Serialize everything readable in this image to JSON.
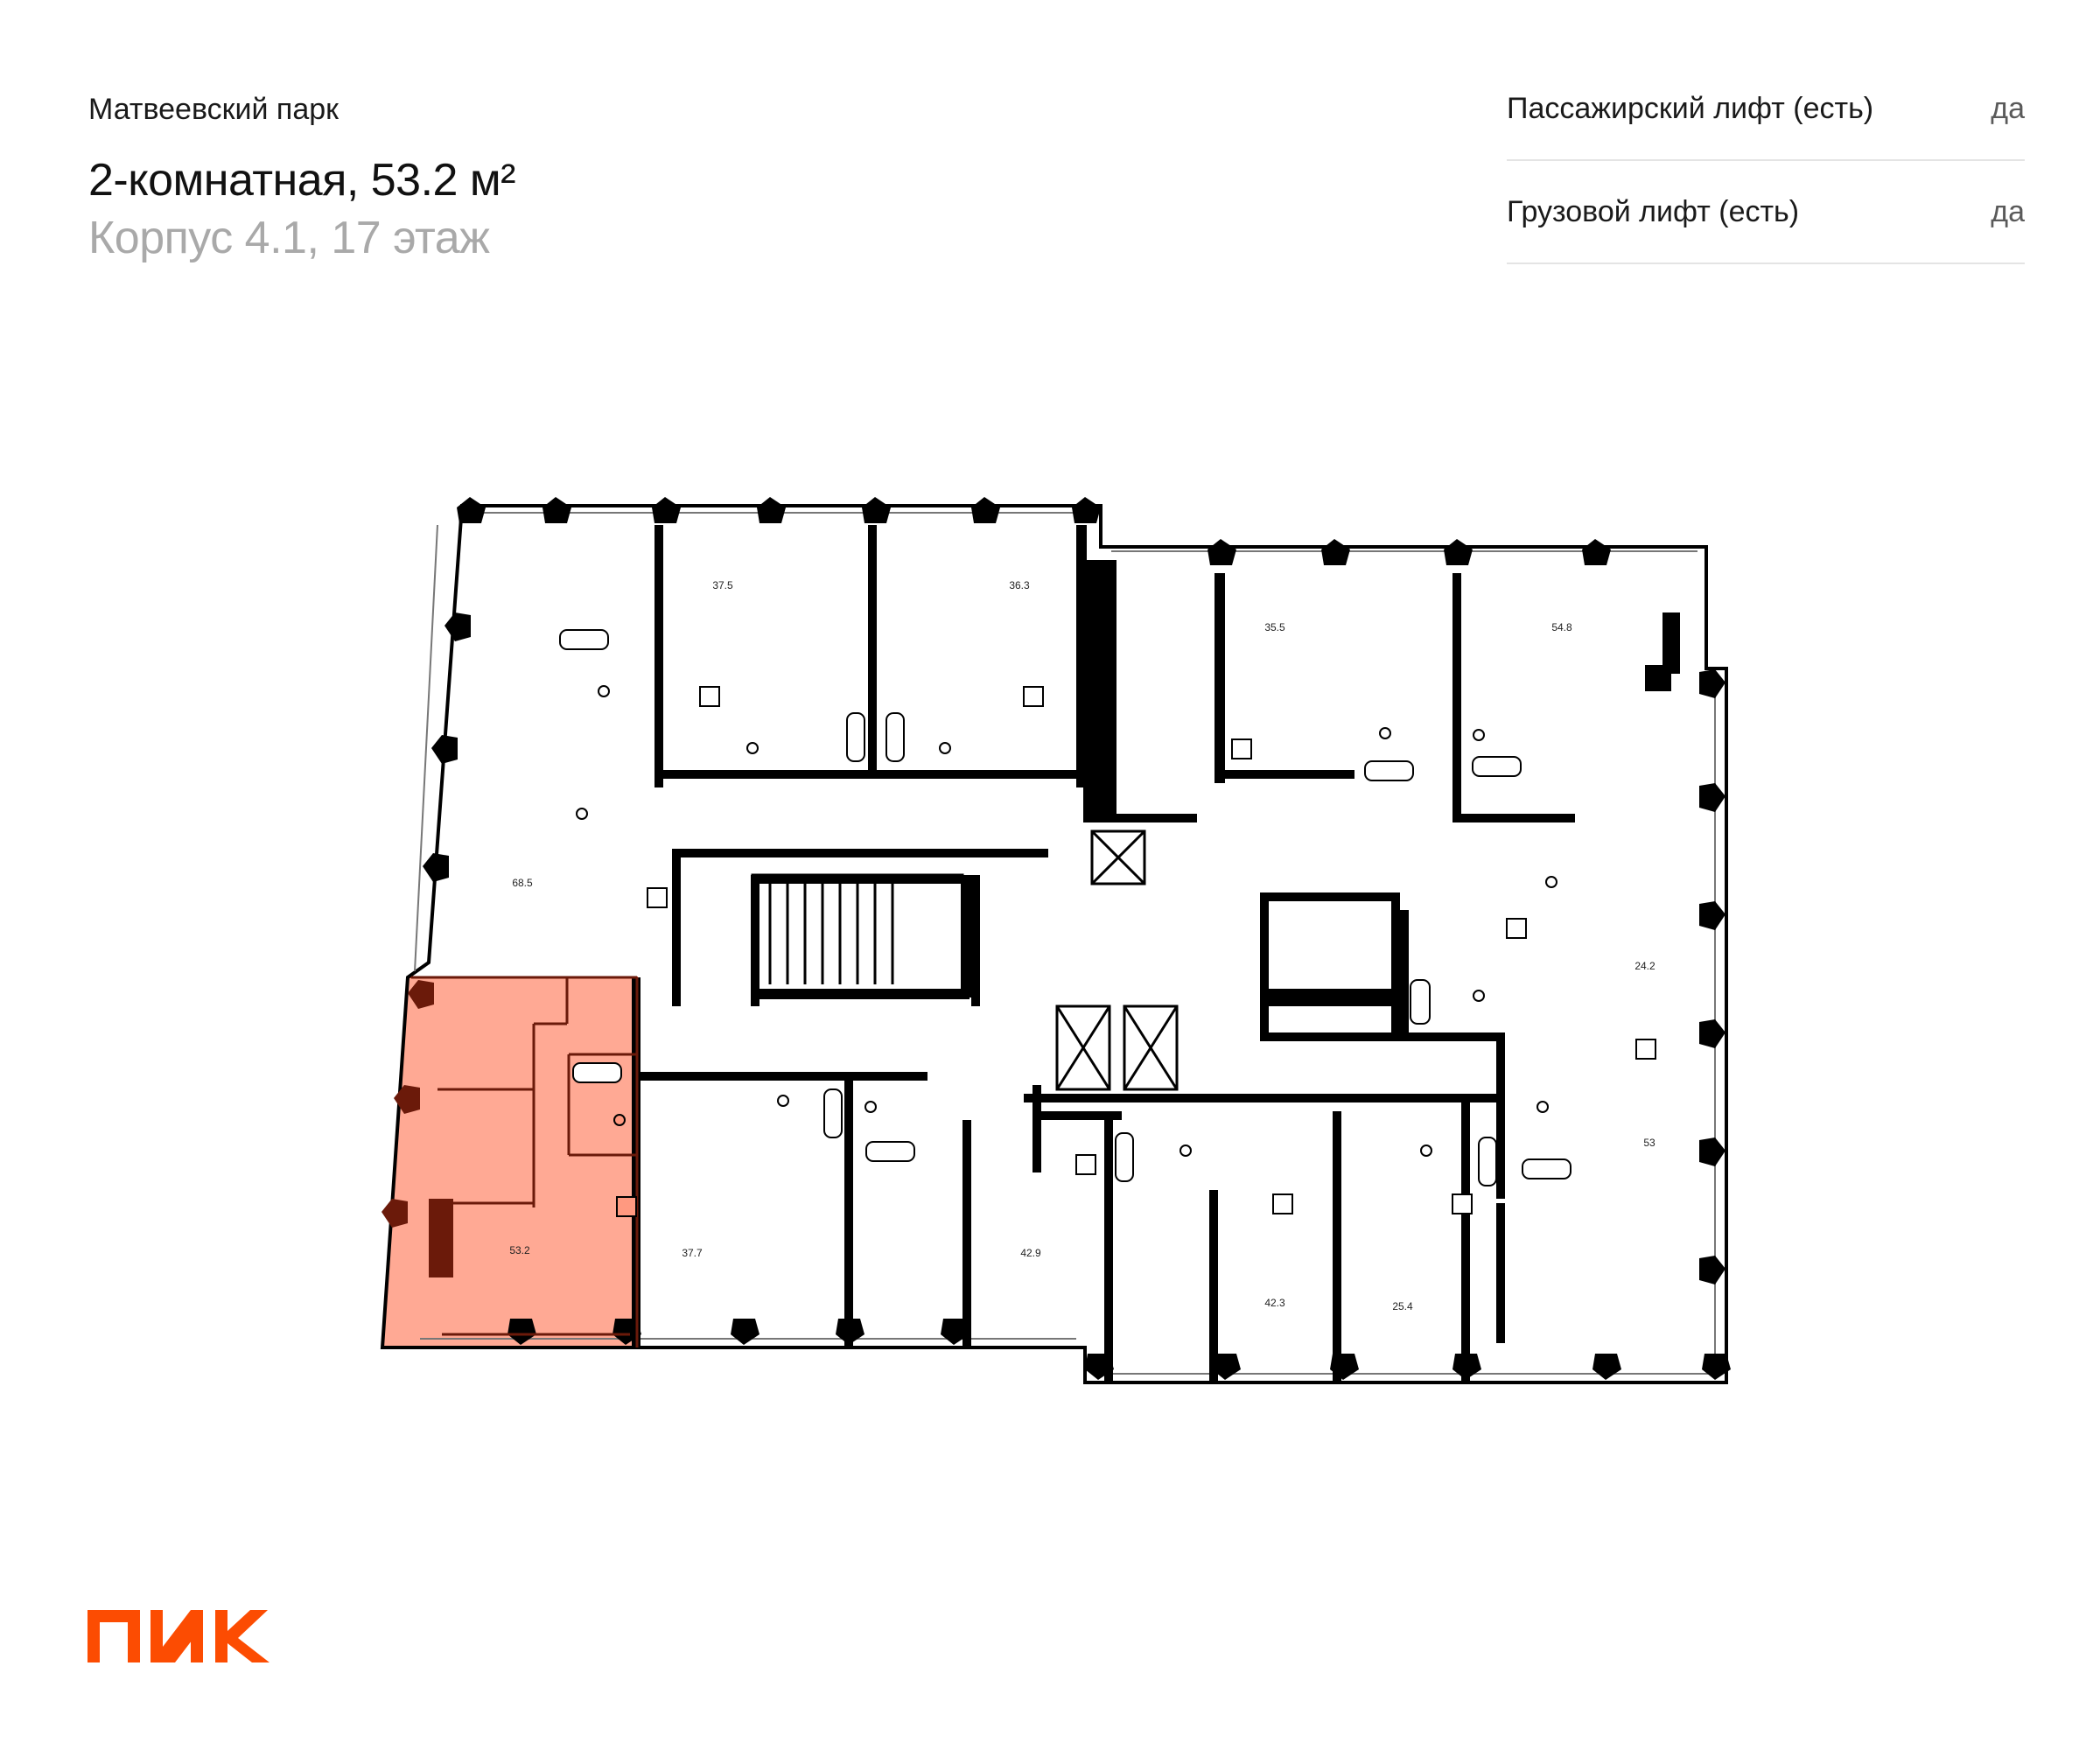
{
  "header": {
    "project": "Матвеевский парк",
    "apartment_title": "2-комнатная, 53.2 м²",
    "building_floor": "Корпус 4.1, 17 этаж"
  },
  "features": [
    {
      "label": "Пассажирский лифт (есть)",
      "value": "да"
    },
    {
      "label": "Грузовой лифт (есть)",
      "value": "да"
    }
  ],
  "floorplan": {
    "highlight_color": "#ff6f4d",
    "highlighted_unit": "53.2",
    "unit_areas": [
      "37.5",
      "36.3",
      "35.5",
      "54.8",
      "68.5",
      "24.2",
      "53",
      "53.2",
      "37.7",
      "42.9",
      "42.3",
      "25.4"
    ],
    "icons": [
      "stairs-icon",
      "elevator-icon",
      "bathtub-icon",
      "toilet-icon",
      "sink-icon",
      "stove-icon"
    ]
  },
  "logo": {
    "text": "ПИК",
    "color": "#fc4c02"
  }
}
